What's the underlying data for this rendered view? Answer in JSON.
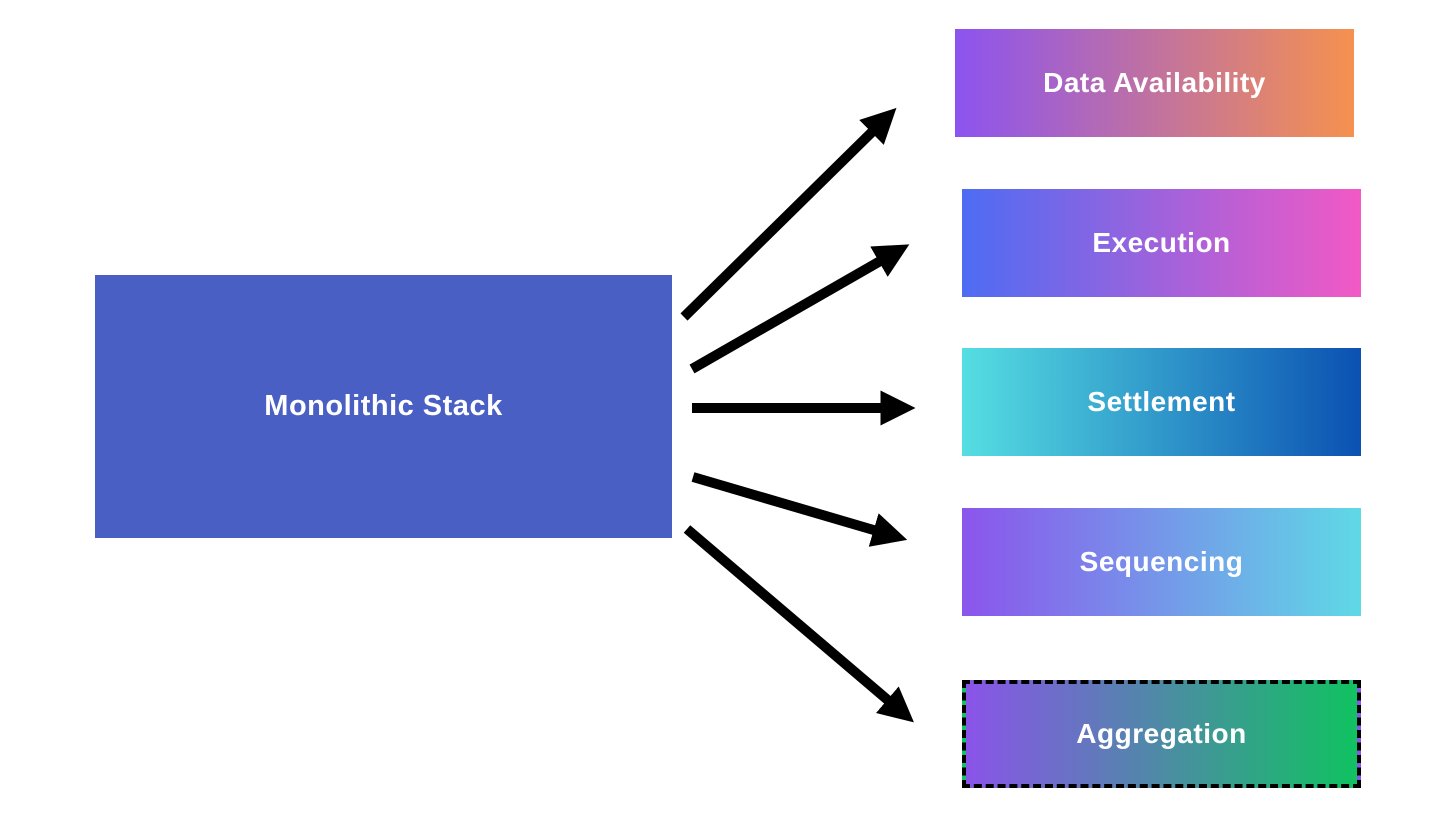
{
  "diagram": {
    "background": "#ffffff",
    "arrow_color": "#000000",
    "source": {
      "label": "Monolithic Stack",
      "fill": "#4a5fc4",
      "text_color": "#ffffff"
    },
    "targets": [
      {
        "label": "Data Availability",
        "gradient_from": "#8c53f0",
        "gradient_to": "#f5914f",
        "dashed": false
      },
      {
        "label": "Execution",
        "gradient_from": "#4d6cf3",
        "gradient_to": "#f259c5",
        "dashed": false
      },
      {
        "label": "Settlement",
        "gradient_from": "#55dee2",
        "gradient_to": "#0b51b2",
        "dashed": false
      },
      {
        "label": "Sequencing",
        "gradient_from": "#8b55ec",
        "gradient_to": "#5fd9e6",
        "dashed": false
      },
      {
        "label": "Aggregation",
        "gradient_from": "#8a54e9",
        "gradient_to": "#10c261",
        "dashed": true
      }
    ]
  }
}
